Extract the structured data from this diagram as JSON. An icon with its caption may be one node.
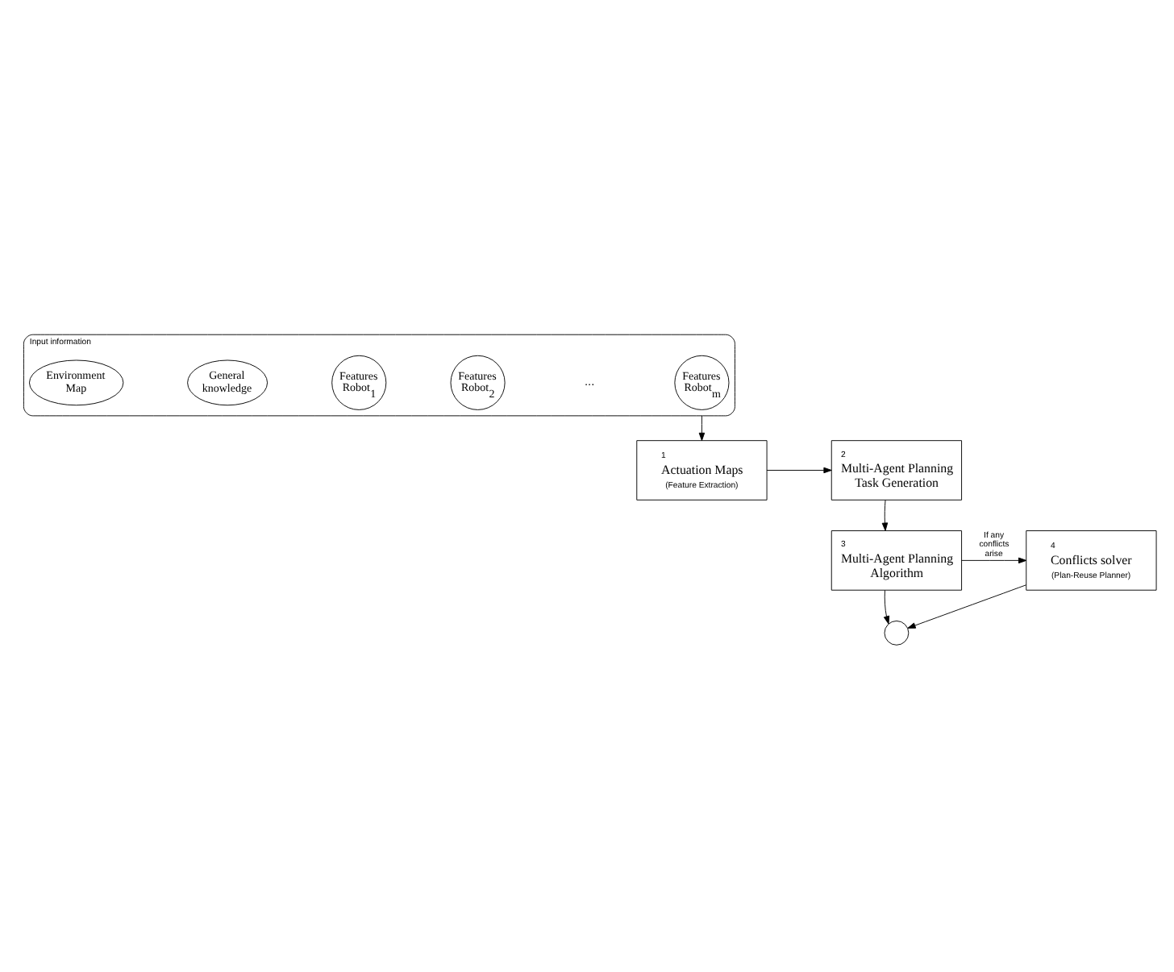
{
  "diagram": {
    "nodes": [
      {
        "text": [
          "Input information"
        ]
      },
      {
        "text": [
          "Environment Map"
        ],
        "in": 0
      },
      {
        "text": [
          "General knowledge"
        ],
        "in": 0
      },
      {
        "text": [
          "Features Robot$_{1}$"
        ],
        "in": 0
      },
      {
        "text": [
          "Features Robot$_{2}$"
        ],
        "in": 0
      },
      {
        "text": [
          "Features Robot$_{m}$"
        ],
        "in": 0
      },
      {
        "text": [
          "1",
          "Actuation Maps",
          "(Feature Extraction)"
        ]
      },
      {
        "text": [
          "2",
          "Multi-Agent Planning Task Generation"
        ]
      },
      {
        "text": [
          "3",
          "Multi-Agent Planning Algorithm"
        ]
      },
      {
        "text": [
          "4",
          "Conflicts solver",
          "(Plan-Reuse Planner)"
        ]
      },
      {
        "text": [],
        "shape": "circle"
      }
    ],
    "edges": [
      {
        "from": 0,
        "to": 6,
        "arrow": "to"
      },
      {
        "from": 6,
        "to": 7,
        "arrow": "to"
      },
      {
        "from": 7,
        "to": 8,
        "arrow": "to"
      },
      {
        "from": 8,
        "to": 9,
        "label": "If any conflicts arise",
        "arrow": "to"
      },
      {
        "from": 8,
        "to": 10,
        "arrow": "to"
      },
      {
        "from": 9,
        "to": 10,
        "arrow": "to"
      }
    ],
    "labels": [
      "..."
    ]
  }
}
